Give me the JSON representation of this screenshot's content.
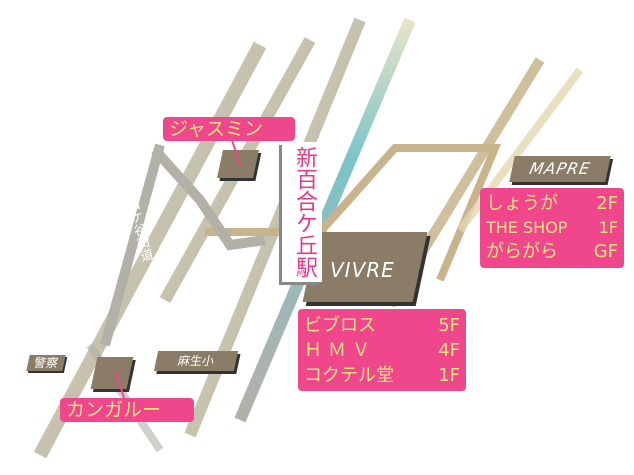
{
  "map": {
    "station": "新百合ケ丘駅",
    "road": "世田ケ谷街道",
    "jasmine": "ジャスミン",
    "kangaroo": "カンガルー",
    "mapre": "MAPRE",
    "vivre": "VIVRE",
    "school": "麻生小",
    "police": "警察",
    "mapre_floors": [
      {
        "name": "しょうが",
        "floor": "2F"
      },
      {
        "name": "THE SHOP",
        "floor": "1F"
      },
      {
        "name": "がらがら",
        "floor": "GF"
      }
    ],
    "vivre_floors": [
      {
        "name": "ビブロス",
        "floor": "5F"
      },
      {
        "name": "ＨＭＶ",
        "floor": "4F"
      },
      {
        "name": "コクテル堂",
        "floor": "1F"
      }
    ]
  },
  "colors": {
    "road_main": "#b3b0a8",
    "road_light": "#e4dfbe",
    "road_tan": "#c8b48c",
    "rail": "#7ac4c8",
    "building": "#8a7c66",
    "label_bg": "#f0468c",
    "label_text": "#ffe680"
  }
}
